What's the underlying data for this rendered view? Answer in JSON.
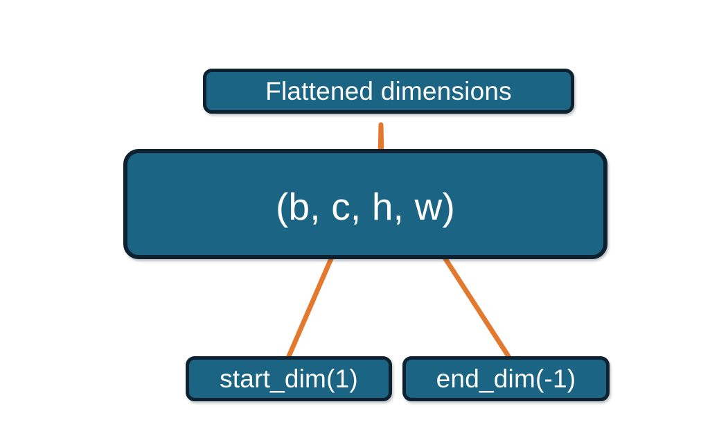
{
  "diagram": {
    "type": "flowchart",
    "title": "PyTorch flatten start_dim / end_dim illustration",
    "background_color": "#ffffff",
    "palette": {
      "node_fill": "#1b6484",
      "node_border": "#0e2130",
      "node_text": "#ffffff",
      "connector": "#e2792f"
    },
    "nodes": [
      {
        "id": "flattened",
        "label": "Flattened dimensions",
        "role": "annotation-box"
      },
      {
        "id": "shape",
        "label": "(b, c, h, w)",
        "role": "tensor-shape-box"
      },
      {
        "id": "start_dim",
        "label": "start_dim(1)",
        "role": "argument-box"
      },
      {
        "id": "end_dim",
        "label": "end_dim(-1)",
        "role": "argument-box"
      }
    ],
    "connectors": [
      {
        "id": "brace",
        "kind": "curly-brace",
        "from": "shape",
        "to": "flattened",
        "covers": "c, h, w",
        "color": "#e2792f"
      },
      {
        "id": "arrow-start-dim",
        "kind": "arrow",
        "from": "start_dim",
        "to": "shape",
        "points_at": "c",
        "color": "#e2792f"
      },
      {
        "id": "arrow-end-dim",
        "kind": "arrow",
        "from": "end_dim",
        "to": "shape",
        "points_at": "w",
        "color": "#e2792f"
      }
    ]
  }
}
